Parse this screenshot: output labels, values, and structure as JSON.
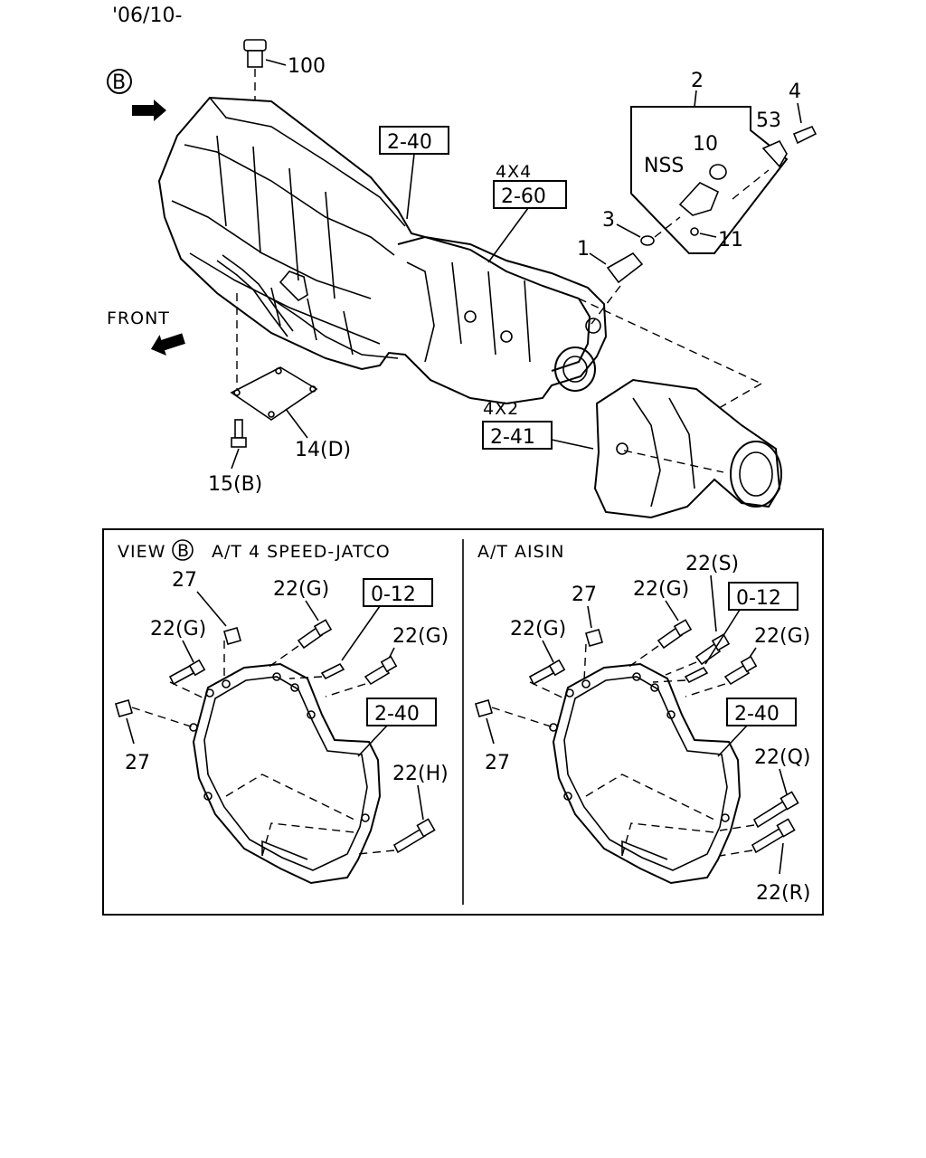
{
  "header": {
    "date_code": "'06/10-"
  },
  "top": {
    "view_marker": "B",
    "front_label": "FRONT",
    "label_4x4": "4X4",
    "label_4x2": "4X2",
    "refs": {
      "r2_40": "2-40",
      "r2_60": "2-60",
      "r2_41": "2-41"
    },
    "callouts": {
      "c100": "100",
      "c2": "2",
      "c4": "4",
      "c53": "53",
      "c10": "10",
      "nss": "NSS",
      "c3": "3",
      "c1": "1",
      "c11": "11",
      "c14d": "14(D)",
      "c15b": "15(B)"
    }
  },
  "panel_left": {
    "title_prefix": "VIEW",
    "title_marker": "B",
    "title_suffix": "A/T 4 SPEED-JATCO",
    "refs": {
      "r0_12": "0-12",
      "r2_40": "2-40"
    },
    "callouts": {
      "c27a": "27",
      "c22g_a": "22(G)",
      "c22g_b": "22(G)",
      "c22g_c": "22(G)",
      "c27b": "27",
      "c22h": "22(H)"
    }
  },
  "panel_right": {
    "title": "A/T AISIN",
    "refs": {
      "r0_12": "0-12",
      "r2_40": "2-40"
    },
    "callouts": {
      "c22s": "22(S)",
      "c27a": "27",
      "c22g_a": "22(G)",
      "c22g_b": "22(G)",
      "c22g_c": "22(G)",
      "c27b": "27",
      "c22q": "22(Q)",
      "c22r": "22(R)"
    }
  }
}
